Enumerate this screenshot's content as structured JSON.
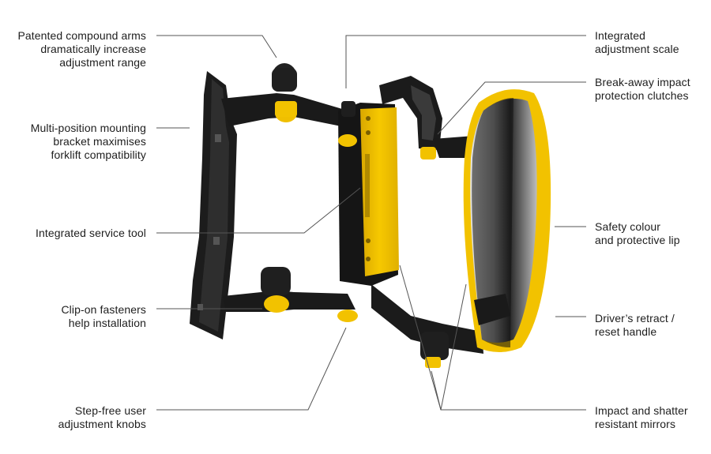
{
  "labels_left": {
    "arms": [
      "Patented compound arms",
      "dramatically increase",
      "adjustment range"
    ],
    "bracket": [
      "Multi-position mounting",
      "bracket maximises",
      "forklift compatibility"
    ],
    "tool": [
      "Integrated service tool"
    ],
    "clip": [
      "Clip-on fasteners",
      "help installation"
    ],
    "knobs": [
      "Step-free user",
      "adjustment knobs"
    ]
  },
  "labels_right": {
    "scale": [
      "Integrated",
      "adjustment scale"
    ],
    "clutch": [
      "Break-away impact",
      "protection clutches"
    ],
    "colour": [
      "Safety colour",
      "and protective lip"
    ],
    "handle": [
      "Driver’s retract /",
      "reset handle"
    ],
    "mirrors": [
      "Impact and shatter",
      "resistant mirrors"
    ]
  },
  "colors": {
    "accent_yellow": "#f2c200",
    "body_black": "#1c1c1c",
    "leader_line": "#555555",
    "text": "#1e1e1e"
  }
}
